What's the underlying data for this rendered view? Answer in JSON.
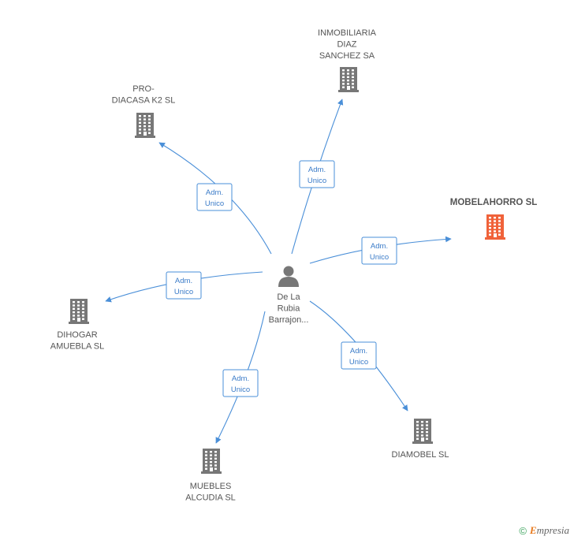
{
  "center": {
    "lines": [
      "De La",
      "Rubia",
      "Barrajon..."
    ],
    "icon": "person-icon"
  },
  "companies": [
    {
      "id": "inmobiliaria-diaz-sanchez",
      "lines": [
        "INMOBILIARIA",
        "DIAZ",
        "SANCHEZ SA"
      ],
      "color": "#777777",
      "icon": "building-icon",
      "role": [
        "Adm.",
        "Unico"
      ]
    },
    {
      "id": "pro-diacasa-k2",
      "lines": [
        "PRO-",
        "DIACASA K2 SL"
      ],
      "color": "#777777",
      "icon": "building-icon",
      "role": [
        "Adm.",
        "Unico"
      ]
    },
    {
      "id": "mobelahorro",
      "lines": [
        "MOBELAHORRO SL"
      ],
      "color": "#f0623a",
      "icon": "building-icon",
      "role": [
        "Adm.",
        "Unico"
      ],
      "highlighted": true
    },
    {
      "id": "dihogar-amuebla",
      "lines": [
        "DIHOGAR",
        "AMUEBLA SL"
      ],
      "color": "#777777",
      "icon": "building-icon",
      "role": [
        "Adm.",
        "Unico"
      ]
    },
    {
      "id": "muebles-alcudia",
      "lines": [
        "MUEBLES",
        "ALCUDIA SL"
      ],
      "color": "#777777",
      "icon": "building-icon",
      "role": [
        "Adm.",
        "Unico"
      ]
    },
    {
      "id": "diamobel",
      "lines": [
        "DIAMOBEL SL"
      ],
      "color": "#777777",
      "icon": "building-icon",
      "role": [
        "Adm.",
        "Unico"
      ]
    }
  ],
  "colors": {
    "edge": "#4a8fd8",
    "person": "#777777",
    "highlight": "#f0623a"
  },
  "footer": {
    "symbol": "©",
    "brand_initial": "E",
    "brand_rest": "mpresia"
  }
}
